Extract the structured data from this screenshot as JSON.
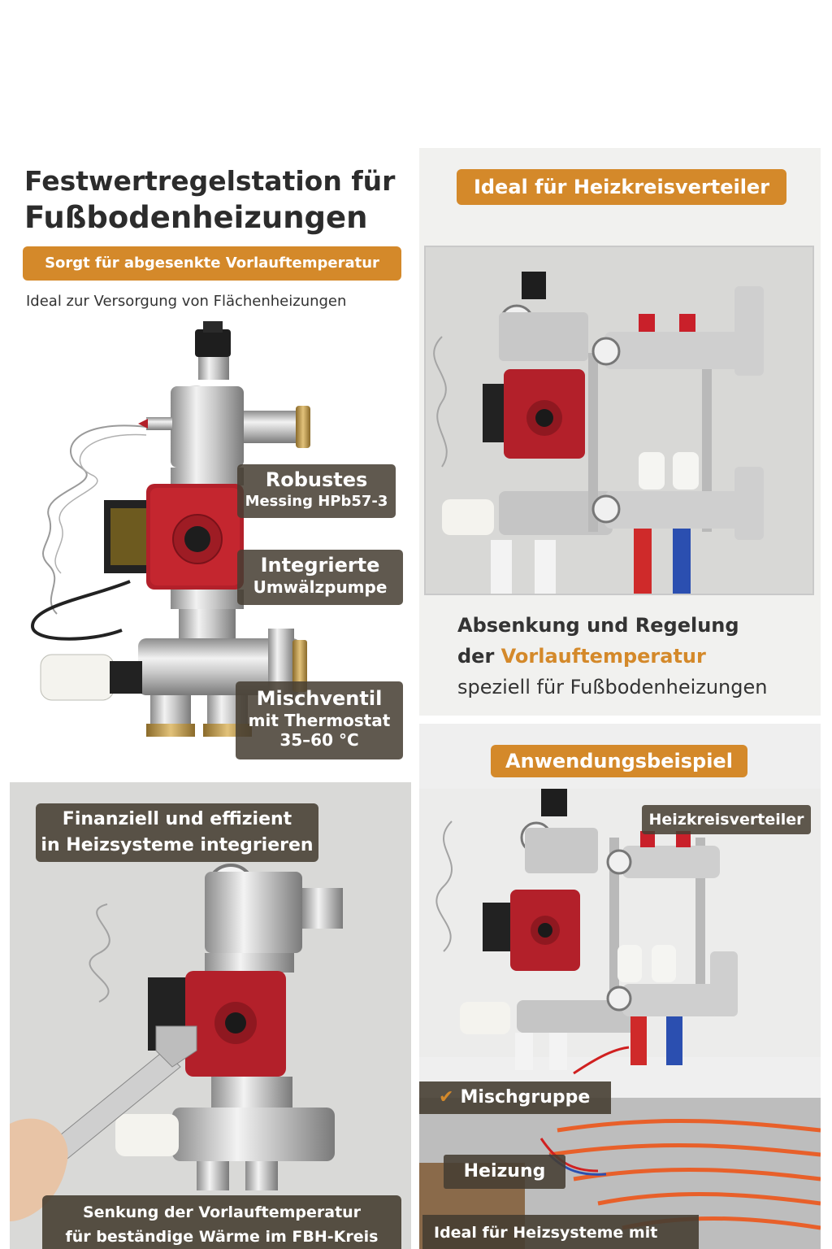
{
  "panel1": {
    "title_line1": "Festwertregelstation für",
    "title_line2": "Fußbodenheizungen",
    "badge": "Sorgt für abgesenkte Vorlauftemperatur",
    "subtitle": "Ideal zur Versorgung von Flächenheizungen",
    "callouts": [
      {
        "big": "Robustes",
        "small": "Messing HPb57-3"
      },
      {
        "big": "Integrierte",
        "small": "Umwälzpumpe"
      },
      {
        "big": "Mischventil",
        "small": "mit Thermostat",
        "small2": "35–60 °C"
      }
    ]
  },
  "panel2": {
    "badge": "Ideal für Heizkreisverteiler",
    "line1": "Absenkung und Regelung",
    "line2_prefix": "der ",
    "line2_accent": "Vorlauftemperatur",
    "line3": "speziell für Fußbodenheizungen"
  },
  "panel3": {
    "top_line1": "Finanziell und effizient",
    "top_line2": "in Heizsysteme integrieren",
    "bottom_line1": "Senkung der Vorlauftemperatur",
    "bottom_line2": "für beständige Wärme im FBH-Kreis"
  },
  "panel4": {
    "badge": "Anwendungsbeispiel",
    "label_heizkreis": "Heizkreisverteiler",
    "label_misch": "Mischgruppe",
    "label_heizung": "Heizung",
    "footer": "Ideal für Heizsysteme mit"
  },
  "colors": {
    "accent": "#d4892a",
    "overlay": "#463e32",
    "pump_red": "#b3202a"
  }
}
